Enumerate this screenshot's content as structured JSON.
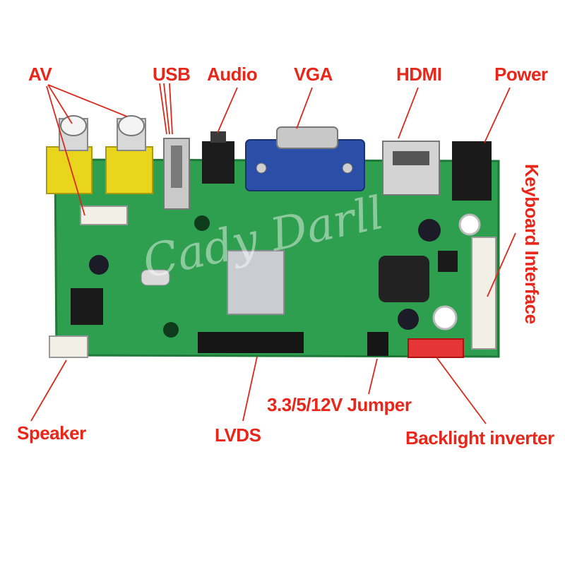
{
  "colors": {
    "label": "#e8261a",
    "pcb": "#2e9e4f",
    "pcb_dark": "#1f7a3a",
    "leader": "#d92a1c"
  },
  "labels": {
    "av": "AV",
    "usb": "USB",
    "audio": "Audio",
    "vga": "VGA",
    "hdmi": "HDMI",
    "power": "Power",
    "keyboard": "Keyboard Interface",
    "speaker": "Speaker",
    "lvds": "LVDS",
    "jumper": "3.3/5/12V Jumper",
    "backlight": "Backlight inverter"
  },
  "watermark": "Cady Darll"
}
